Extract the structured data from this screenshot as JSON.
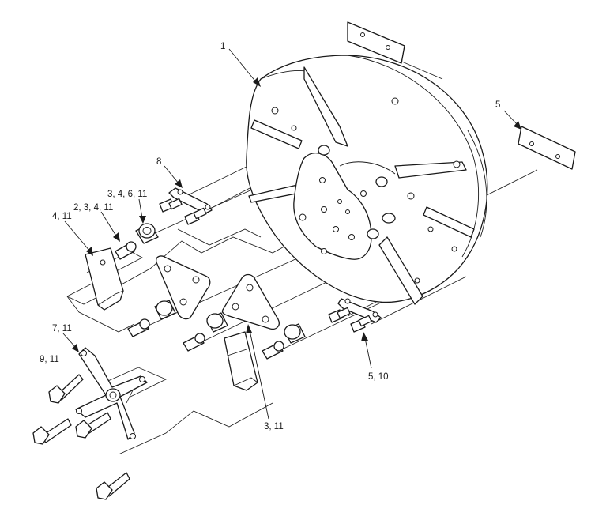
{
  "callouts": {
    "c1": "1",
    "c5_top": "5",
    "c8": "8",
    "c3_4_6_11": "3, 4, 6, 11",
    "c2_3_4_11": "2, 3, 4, 11",
    "c4_11": "4, 11",
    "c7_11": "7, 11",
    "c9_11": "9, 11",
    "c3_11": "3, 11",
    "c5_10": "5, 10"
  }
}
